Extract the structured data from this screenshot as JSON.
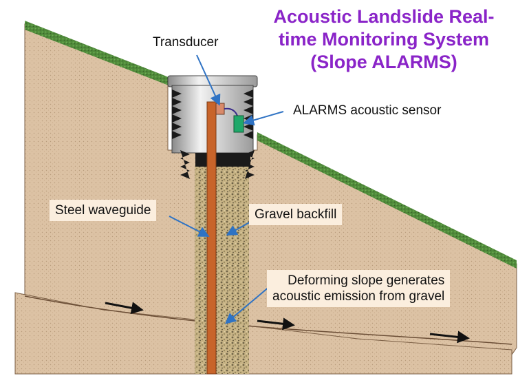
{
  "title": {
    "line1": "Acoustic Landslide Real-",
    "line2": "time Monitoring System",
    "line3": "(Slope ALARMS)"
  },
  "labels": {
    "transducer": "Transducer",
    "sensor": "ALARMS acoustic sensor",
    "waveguide": "Steel waveguide",
    "backfill": "Gravel backfill",
    "emission_line1": "Deforming slope generates",
    "emission_line2": "acoustic emission from gravel"
  },
  "colors": {
    "title": "#8a24c8",
    "soil": "#dcc2a4",
    "grass": "#4f8a3a",
    "waveguide": "#c8642a",
    "sensor": "#1fa86a",
    "pointer": "#2f73c4",
    "label_box": "#fbeede"
  },
  "icons": {
    "movement_arrow": "movement-arrow-icon",
    "sensor": "acoustic-sensor-icon"
  }
}
